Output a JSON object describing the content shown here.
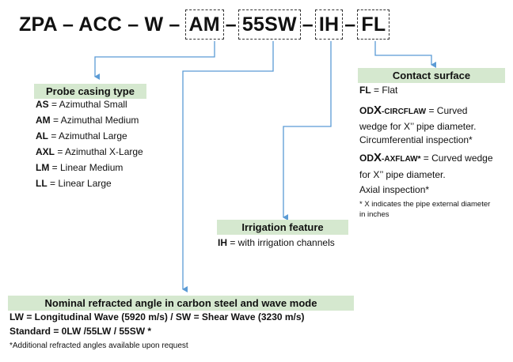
{
  "code": {
    "prefix": "ZPA – ACC – W –",
    "seg_am": "AM",
    "dash1": "–",
    "seg_sw": "55SW",
    "dash2": "–",
    "seg_ih": "IH",
    "dash3": "–",
    "seg_fl": "FL"
  },
  "probe_casing": {
    "header": "Probe casing type",
    "items": [
      {
        "code": "AS",
        "desc": " = Azimuthal Small"
      },
      {
        "code": "AM",
        "desc": " = Azimuthal Medium"
      },
      {
        "code": "AL",
        "desc": " = Azimuthal Large"
      },
      {
        "code": "AXL",
        "desc": " = Azimuthal X-Large"
      },
      {
        "code": "LM",
        "desc": " = Linear Medium"
      },
      {
        "code": "LL",
        "desc": " = Linear Large"
      }
    ]
  },
  "contact_surface": {
    "header": "Contact surface",
    "fl_code": "FL",
    "fl_desc": " = Flat",
    "circ_od": "OD",
    "circ_x": "X",
    "circ_code": "-CIRCFLAW",
    "circ_desc1": " = Curved",
    "circ_desc2": "wedge for X’’ pipe diameter.",
    "circ_desc3": "Circumferential inspection*",
    "ax_od": "OD",
    "ax_x": "X",
    "ax_code": "-AXFLAW*",
    "ax_desc1": " = Curved wedge",
    "ax_desc2": "for X’’ pipe diameter.",
    "ax_desc3": "Axial inspection*",
    "note1": "* X indicates the pipe external diameter",
    "note2": "in inches"
  },
  "irrigation": {
    "header": "Irrigation feature",
    "code": "IH",
    "desc": " = with irrigation channels"
  },
  "refracted": {
    "header": "Nominal refracted angle in carbon steel and wave mode",
    "line1": "LW = Longitudinal Wave (5920 m/s) / SW = Shear Wave (3230 m/s)",
    "line2": "Standard = 0LW /55LW / 55SW *",
    "note": "*Additional refracted angles available upon request"
  },
  "colors": {
    "arrow": "#5b9bd5",
    "header_bg": "#d5e8cf"
  }
}
